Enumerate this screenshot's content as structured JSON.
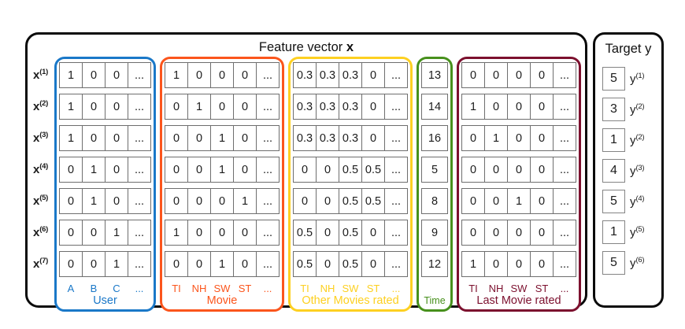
{
  "feature_box": {
    "title_prefix": "Feature vector",
    "title_emphasis": "x"
  },
  "colors": {
    "user": "#1a78c8",
    "movie": "#fb551c",
    "other_movies": "#fdd021",
    "time": "#47901c",
    "last_movie": "#7c102e",
    "outer_border": "#0a0a0a",
    "cell_border": "#6e6e6e"
  },
  "matrix": {
    "row_label_base": "x",
    "row_labels": [
      "(1)",
      "(2)",
      "(3)",
      "(4)",
      "(5)",
      "(6)",
      "(7)"
    ],
    "groups": [
      {
        "id": "user",
        "name": "User",
        "color": "#1a78c8",
        "columns": [
          "A",
          "B",
          "C",
          "..."
        ],
        "rows": [
          [
            "1",
            "0",
            "0",
            "..."
          ],
          [
            "1",
            "0",
            "0",
            "..."
          ],
          [
            "1",
            "0",
            "0",
            "..."
          ],
          [
            "0",
            "1",
            "0",
            "..."
          ],
          [
            "0",
            "1",
            "0",
            "..."
          ],
          [
            "0",
            "0",
            "1",
            "..."
          ],
          [
            "0",
            "0",
            "1",
            "..."
          ]
        ]
      },
      {
        "id": "movie",
        "name": "Movie",
        "color": "#fb551c",
        "columns": [
          "TI",
          "NH",
          "SW",
          "ST",
          "..."
        ],
        "rows": [
          [
            "1",
            "0",
            "0",
            "0",
            "..."
          ],
          [
            "0",
            "1",
            "0",
            "0",
            "..."
          ],
          [
            "0",
            "0",
            "1",
            "0",
            "..."
          ],
          [
            "0",
            "0",
            "1",
            "0",
            "..."
          ],
          [
            "0",
            "0",
            "0",
            "1",
            "..."
          ],
          [
            "1",
            "0",
            "0",
            "0",
            "..."
          ],
          [
            "0",
            "0",
            "1",
            "0",
            "..."
          ]
        ]
      },
      {
        "id": "other-movies",
        "name": "Other Movies rated",
        "color": "#fdd021",
        "columns": [
          "TI",
          "NH",
          "SW",
          "ST",
          "..."
        ],
        "rows": [
          [
            "0.3",
            "0.3",
            "0.3",
            "0",
            "..."
          ],
          [
            "0.3",
            "0.3",
            "0.3",
            "0",
            "..."
          ],
          [
            "0.3",
            "0.3",
            "0.3",
            "0",
            "..."
          ],
          [
            "0",
            "0",
            "0.5",
            "0.5",
            "..."
          ],
          [
            "0",
            "0",
            "0.5",
            "0.5",
            "..."
          ],
          [
            "0.5",
            "0",
            "0.5",
            "0",
            "..."
          ],
          [
            "0.5",
            "0",
            "0.5",
            "0",
            "..."
          ]
        ]
      },
      {
        "id": "time",
        "name": "Time",
        "color": "#47901c",
        "columns": [],
        "rows": [
          [
            "13"
          ],
          [
            "14"
          ],
          [
            "16"
          ],
          [
            "5"
          ],
          [
            "8"
          ],
          [
            "9"
          ],
          [
            "12"
          ]
        ]
      },
      {
        "id": "last-movie",
        "name": "Last Movie rated",
        "color": "#7c102e",
        "columns": [
          "TI",
          "NH",
          "SW",
          "ST",
          "..."
        ],
        "rows": [
          [
            "0",
            "0",
            "0",
            "0",
            "..."
          ],
          [
            "1",
            "0",
            "0",
            "0",
            "..."
          ],
          [
            "0",
            "1",
            "0",
            "0",
            "..."
          ],
          [
            "0",
            "0",
            "0",
            "0",
            "..."
          ],
          [
            "0",
            "0",
            "1",
            "0",
            "..."
          ],
          [
            "0",
            "0",
            "0",
            "0",
            "..."
          ],
          [
            "1",
            "0",
            "0",
            "0",
            "..."
          ]
        ]
      }
    ]
  },
  "target_box": {
    "title": "Target y",
    "label_base": "y",
    "entries": [
      {
        "value": "5",
        "sup": "(1)"
      },
      {
        "value": "3",
        "sup": "(2)"
      },
      {
        "value": "1",
        "sup": "(2)"
      },
      {
        "value": "4",
        "sup": "(3)"
      },
      {
        "value": "5",
        "sup": "(4)"
      },
      {
        "value": "1",
        "sup": "(5)"
      },
      {
        "value": "5",
        "sup": "(6)"
      }
    ]
  }
}
